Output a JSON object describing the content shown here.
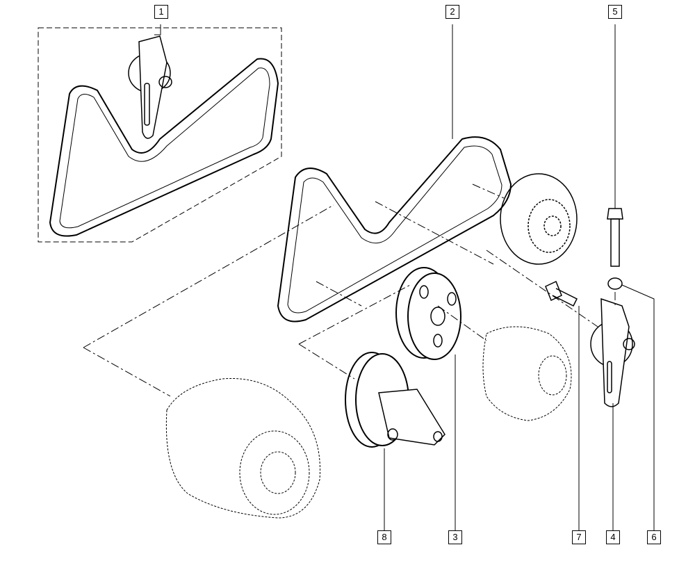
{
  "diagram": {
    "callouts": [
      {
        "id": "1",
        "part": "belt-kit-with-tensioner"
      },
      {
        "id": "2",
        "part": "accessory-belt"
      },
      {
        "id": "3",
        "part": "power-steering-pump-pulley"
      },
      {
        "id": "4",
        "part": "tensioner-roller"
      },
      {
        "id": "5",
        "part": "tensioner-bolt"
      },
      {
        "id": "6",
        "part": "washer"
      },
      {
        "id": "7",
        "part": "bolt"
      },
      {
        "id": "8",
        "part": "water-pump-pulley"
      }
    ]
  }
}
